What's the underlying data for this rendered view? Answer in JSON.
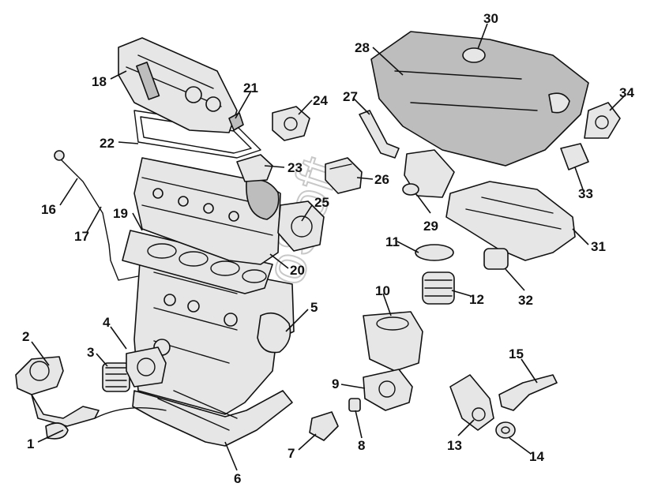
{
  "callouts": [
    "1",
    "2",
    "3",
    "4",
    "5",
    "6",
    "7",
    "8",
    "9",
    "10",
    "11",
    "12",
    "13",
    "14",
    "15",
    "16",
    "17",
    "18",
    "19",
    "20",
    "21",
    "22",
    "23",
    "24",
    "25",
    "26",
    "27",
    "28",
    "29",
    "30",
    "31",
    "32",
    "33",
    "34"
  ],
  "watermark": "oSoft"
}
